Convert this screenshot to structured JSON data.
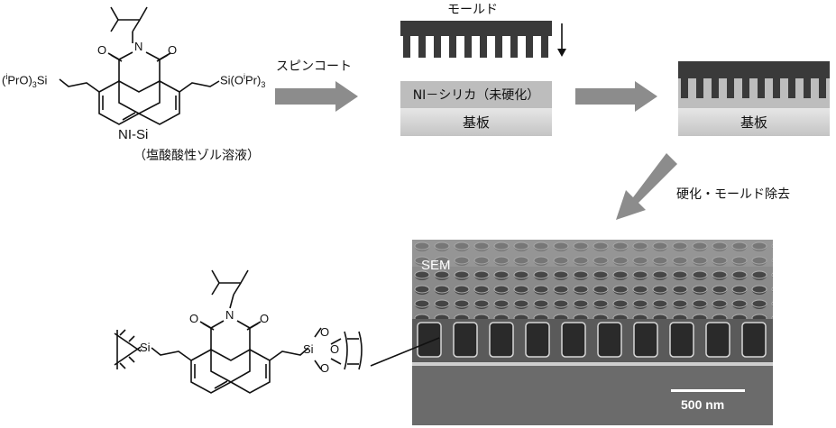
{
  "compound": {
    "name": "NI-Si",
    "note": "（塩酸酸性ゾル溶液）",
    "left_group_prefix": "(",
    "left_group_sup": "i",
    "left_group_rest": "PrO)",
    "left_group_sub": "3",
    "left_group_end": "Si",
    "right_group_start": "Si(O",
    "right_group_sup": "i",
    "right_group_mid": "Pr)",
    "right_group_sub": "3",
    "atom_N": "N",
    "atom_O1": "O",
    "atom_O2": "O"
  },
  "steps": {
    "spin_coat": "スピンコート",
    "mold": "モールド",
    "cure_remove": "硬化・モールド除去"
  },
  "layers": {
    "ni_silica": "NI－シリカ（未硬化）",
    "substrate_1": "基板",
    "substrate_2": "基板"
  },
  "sem": {
    "label": "SEM",
    "scale_bar": "500 nm"
  },
  "polymer": {
    "atom_N": "N",
    "atom_O1": "O",
    "atom_O2": "O",
    "si_left": "Si",
    "si_right": "Si",
    "o_a": "O",
    "o_b": "O",
    "o_c": "O"
  },
  "colors": {
    "arrow": "#8c8c8c",
    "mold": "#3a3a3a",
    "ni_layer": "#bdbdbd",
    "substrate": "#d6d6d6"
  }
}
